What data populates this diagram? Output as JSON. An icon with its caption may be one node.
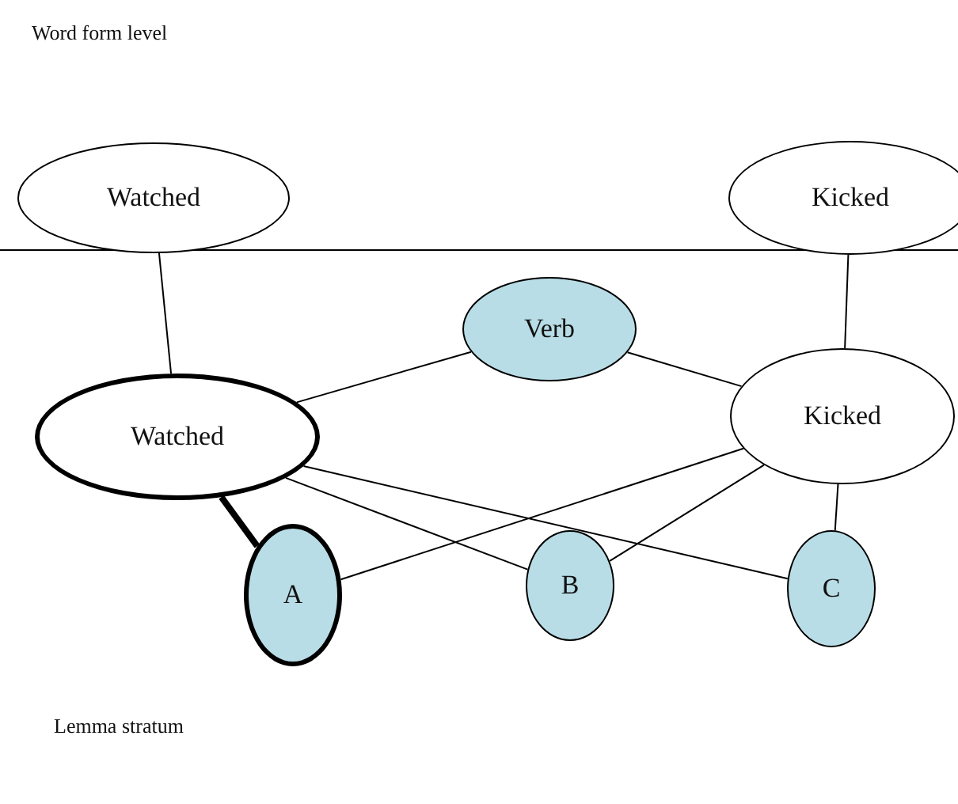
{
  "diagram": {
    "nodes": [
      {
        "text": [
          "Watched"
        ]
      },
      {
        "text": [
          "Kicked"
        ]
      },
      {
        "text": [
          "Verb"
        ]
      },
      {
        "text": [
          "Watched"
        ]
      },
      {
        "text": [
          "Kicked"
        ]
      },
      {
        "text": [
          "A"
        ]
      },
      {
        "text": [
          "B"
        ]
      },
      {
        "text": [
          "C"
        ]
      }
    ],
    "edges": [
      {
        "from": 0,
        "to": 3,
        "arrow": "none"
      },
      {
        "from": 1,
        "to": 4,
        "arrow": "none"
      },
      {
        "from": 3,
        "to": 2,
        "arrow": "none"
      },
      {
        "from": 2,
        "to": 4,
        "arrow": "none"
      },
      {
        "from": 3,
        "to": 5,
        "arrow": "none",
        "style": "thick"
      },
      {
        "from": 3,
        "to": 6,
        "arrow": "none"
      },
      {
        "from": 3,
        "to": 7,
        "arrow": "none"
      },
      {
        "from": 4,
        "to": 5,
        "arrow": "none"
      },
      {
        "from": 4,
        "to": 6,
        "arrow": "none"
      },
      {
        "from": 4,
        "to": 7,
        "arrow": "none"
      }
    ],
    "labels": [
      "Word form level",
      "Lemma stratum"
    ]
  }
}
